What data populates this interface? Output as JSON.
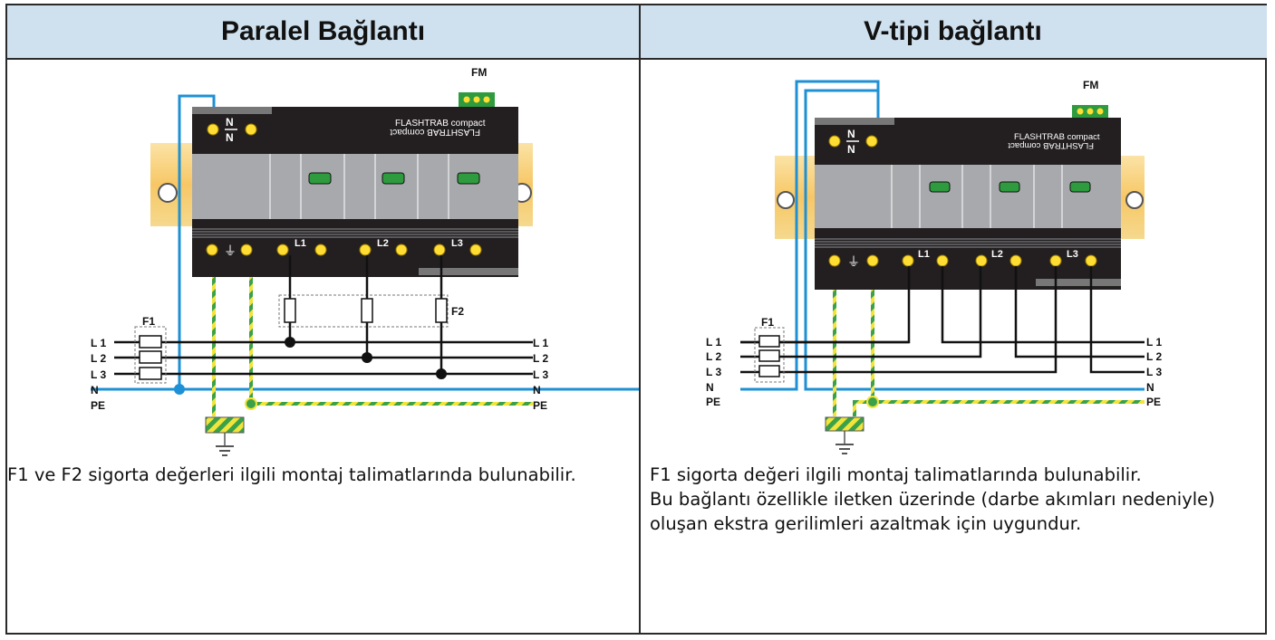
{
  "left": {
    "title": "Paralel Bağlantı",
    "caption": "F1 ve F2 sigorta değerleri ilgili montaj talimatlarında bulunabilir.",
    "diagram": {
      "fm_label": "FM",
      "brand_line1": "FLASHTRAB compact",
      "brand_line2": "FLASHTRAB compact",
      "n_terminal": "N",
      "pe_symbol": "⏚",
      "l1_terminal": "L1",
      "l2_terminal": "L2",
      "l3_terminal": "L3",
      "f1_label": "F1",
      "f2_label": "F2",
      "line_left": [
        "L 1",
        "L 2",
        "L 3",
        "N",
        "PE"
      ],
      "line_right": [
        "L 1",
        "L 2",
        "L 3",
        "N",
        "PE"
      ]
    }
  },
  "right": {
    "title": "V-tipi bağlantı",
    "caption_lines": [
      "F1 sigorta değeri ilgili montaj talimatlarında bulunabilir.",
      "Bu bağlantı özellikle iletken üzerinde (darbe akımları nedeniyle)",
      "oluşan ekstra gerilimleri azaltmak için uygundur."
    ],
    "diagram": {
      "fm_label": "FM",
      "brand_line1": "FLASHTRAB compact",
      "brand_line2": "FLASHTRAB compact",
      "n_terminal": "N",
      "pe_symbol": "⏚",
      "l1_terminal": "L1",
      "l2_terminal": "L2",
      "l3_terminal": "L3",
      "f1_label": "F1",
      "line_left": [
        "L 1",
        "L 2",
        "L 3",
        "N",
        "PE"
      ],
      "line_right": [
        "L 1",
        "L 2",
        "L 3",
        "N",
        "PE"
      ]
    }
  },
  "colors": {
    "header_bg": "#cfe0ee",
    "n_wire": "#1e90d6",
    "pe_green": "#3aa14a",
    "pe_yellow": "#f2e43a",
    "rail": "#f7c766",
    "device_body": "#231f20",
    "module_grey": "#a7a9ac"
  }
}
